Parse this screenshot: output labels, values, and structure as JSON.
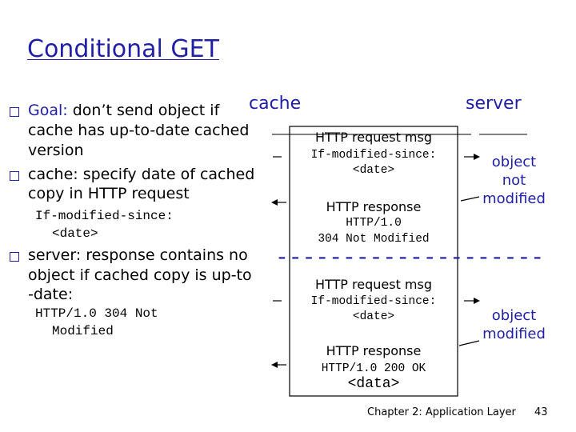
{
  "title": "Conditional GET",
  "bullets": {
    "goal_label": "Goal:",
    "goal_line1_rest": " don’t send object if",
    "goal_line2": "cache has up-to-date cached",
    "goal_line3": "version",
    "cache_line1": "cache: specify date of cached",
    "cache_line2": "copy in HTTP request",
    "cache_code_line1": "If-modified-since:",
    "cache_code_line2": "<date>",
    "server_line1": "server: response contains no",
    "server_line2": "object if cached copy is up-to",
    "server_line3": "-date:",
    "server_code_line1": "HTTP/1.0 304 Not",
    "server_code_line2": "Modified"
  },
  "diagram": {
    "cache_label": "cache",
    "server_label": "server",
    "exchange1": {
      "request_title": "HTTP request msg",
      "request_line1": "If-modified-since:",
      "request_line2": "<date>",
      "response_title": "HTTP response",
      "response_line1": "HTTP/1.0",
      "response_line2": "304 Not Modified",
      "side_line1": "object",
      "side_line2": "not",
      "side_line3": "modified"
    },
    "separator": "--------------------",
    "exchange2": {
      "request_title": "HTTP request msg",
      "request_line1": "If-modified-since:",
      "request_line2": "<date>",
      "response_title": "HTTP response",
      "response_line1": "HTTP/1.0 200 OK",
      "response_line2": "<data>",
      "side_line1": "object",
      "side_line2": "modified"
    }
  },
  "footer": {
    "chapter": "Chapter 2: Application Layer",
    "page": "43"
  }
}
